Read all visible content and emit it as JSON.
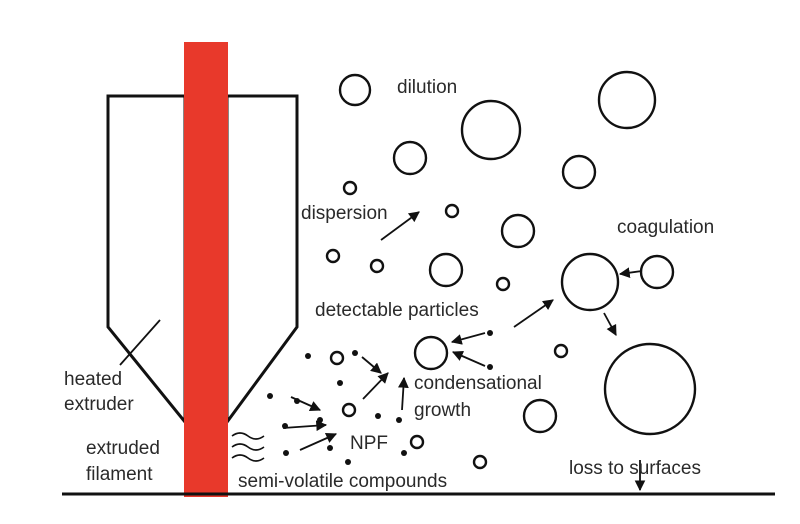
{
  "diagram": {
    "labels": {
      "dilution": "dilution",
      "coagulation": "coagulation",
      "dispersion": "dispersion",
      "detectable_particles": "detectable particles",
      "condensational": "condensational",
      "growth": "growth",
      "npf": "NPF",
      "heated": "heated",
      "extruder": "extruder",
      "extruded": "extruded",
      "filament": "filament",
      "semi_volatile": "semi-volatile compounds",
      "loss_to_surfaces": "loss to surfaces"
    },
    "colors": {
      "filament": "#e8392b",
      "line": "#111111",
      "text": "#2a2a2a"
    }
  }
}
